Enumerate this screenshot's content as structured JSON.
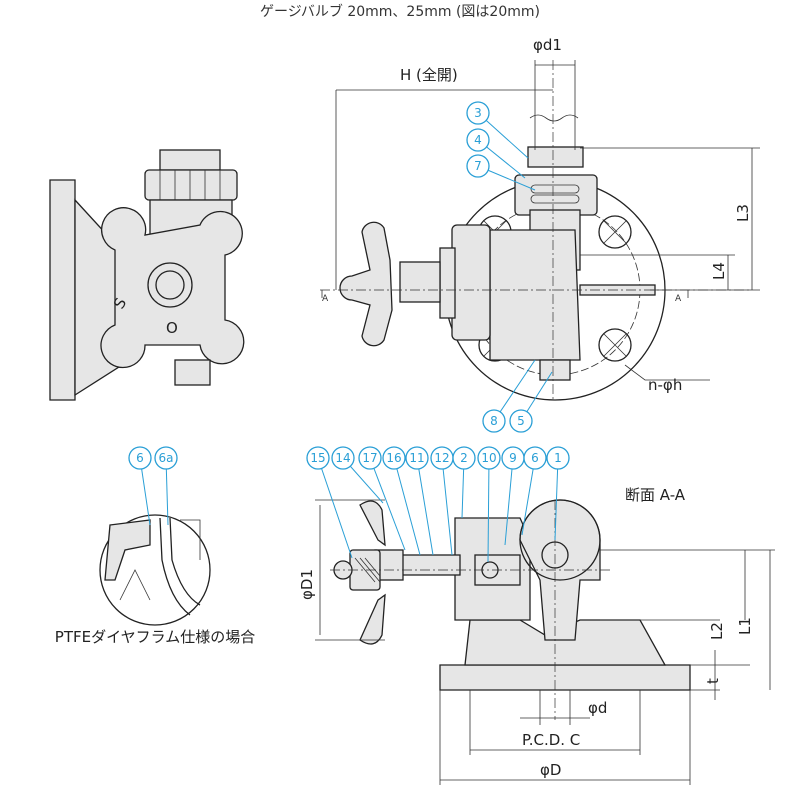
{
  "title": "ゲージバルブ 20mm、25mm (図は20mm)",
  "dimensions": {
    "H": "H (全開)",
    "d1": "φd1",
    "L3": "L3",
    "L4": "L4",
    "section_mark": "A",
    "holes": "n-φh",
    "section_title": "断面 A-A",
    "D1": "φD1",
    "L2": "L2",
    "L1": "L1",
    "t": "t",
    "d": "φd",
    "pcd": "P.C.D. C",
    "D": "φD"
  },
  "detail_caption": "PTFEダイヤフラム仕様の場合",
  "callouts_top": [
    "3",
    "4",
    "7",
    "8",
    "5"
  ],
  "callouts_bottom": [
    "15",
    "14",
    "17",
    "16",
    "11",
    "12",
    "2",
    "10",
    "9",
    "6",
    "1"
  ],
  "callouts_detail": [
    "6",
    "6a"
  ],
  "colors": {
    "callout": "#2a9fd6",
    "line": "#222222"
  }
}
